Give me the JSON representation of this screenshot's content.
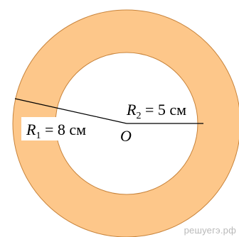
{
  "diagram": {
    "ring_fill_color": "#FDC78A",
    "ring_stroke_color": "#C8843C",
    "line_color": "#000000",
    "label_box_color": "#ffffff",
    "outer_radius": {
      "symbol": "R",
      "subscript": "1",
      "equals": " = ",
      "value": "8",
      "unit": " см"
    },
    "inner_radius": {
      "symbol": "R",
      "subscript": "2",
      "equals": " = ",
      "value": "5",
      "unit": " см"
    },
    "center_label": "O"
  },
  "watermark": "решуегэ.рф"
}
